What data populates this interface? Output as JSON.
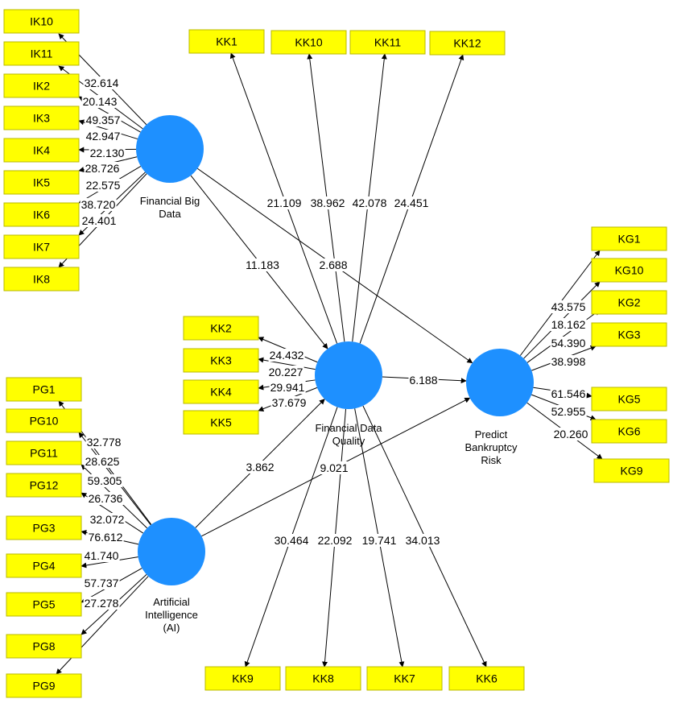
{
  "latent_variables": [
    {
      "id": "fbd",
      "label_lines": [
        "Financial Big",
        "Data"
      ],
      "color": "#1e90ff"
    },
    {
      "id": "fdq",
      "label_lines": [
        "Financial Data",
        "Quality"
      ],
      "color": "#1e90ff"
    },
    {
      "id": "pbr",
      "label_lines": [
        "Predict",
        "Bankruptcy",
        "Risk"
      ],
      "color": "#1e90ff"
    },
    {
      "id": "ai",
      "label_lines": [
        "Artificial",
        "Intelligence",
        "(AI)"
      ],
      "color": "#1e90ff"
    }
  ],
  "indicators": [
    {
      "id": "IK10",
      "label": "IK10",
      "lv": "fbd",
      "value": "32.614"
    },
    {
      "id": "IK11",
      "label": "IK11",
      "lv": "fbd",
      "value": "20.143"
    },
    {
      "id": "IK2",
      "label": "IK2",
      "lv": "fbd",
      "value": "49.357"
    },
    {
      "id": "IK3",
      "label": "IK3",
      "lv": "fbd",
      "value": "42.947"
    },
    {
      "id": "IK4",
      "label": "IK4",
      "lv": "fbd",
      "value": "22.130"
    },
    {
      "id": "IK5",
      "label": "IK5",
      "lv": "fbd",
      "value": "28.726"
    },
    {
      "id": "IK6",
      "label": "IK6",
      "lv": "fbd",
      "value": "22.575"
    },
    {
      "id": "IK7",
      "label": "IK7",
      "lv": "fbd",
      "value": "38.720"
    },
    {
      "id": "IK8",
      "label": "IK8",
      "lv": "fbd",
      "value": "24.401"
    },
    {
      "id": "KK1",
      "label": "KK1",
      "lv": "fdq",
      "value": "21.109"
    },
    {
      "id": "KK10",
      "label": "KK10",
      "lv": "fdq",
      "value": "38.962"
    },
    {
      "id": "KK11",
      "label": "KK11",
      "lv": "fdq",
      "value": "42.078"
    },
    {
      "id": "KK12",
      "label": "KK12",
      "lv": "fdq",
      "value": "24.451"
    },
    {
      "id": "KK2",
      "label": "KK2",
      "lv": "fdq",
      "value": "24.432"
    },
    {
      "id": "KK3",
      "label": "KK3",
      "lv": "fdq",
      "value": "20.227"
    },
    {
      "id": "KK4",
      "label": "KK4",
      "lv": "fdq",
      "value": "29.941"
    },
    {
      "id": "KK5",
      "label": "KK5",
      "lv": "fdq",
      "value": "37.679"
    },
    {
      "id": "KK9",
      "label": "KK9",
      "lv": "fdq",
      "value": "30.464"
    },
    {
      "id": "KK8",
      "label": "KK8",
      "lv": "fdq",
      "value": "22.092"
    },
    {
      "id": "KK7",
      "label": "KK7",
      "lv": "fdq",
      "value": "19.741"
    },
    {
      "id": "KK6",
      "label": "KK6",
      "lv": "fdq",
      "value": "34.013"
    },
    {
      "id": "KG1",
      "label": "KG1",
      "lv": "pbr",
      "value": "43.575"
    },
    {
      "id": "KG10",
      "label": "KG10",
      "lv": "pbr",
      "value": "18.162"
    },
    {
      "id": "KG2",
      "label": "KG2",
      "lv": "pbr",
      "value": "54.390"
    },
    {
      "id": "KG3",
      "label": "KG3",
      "lv": "pbr",
      "value": "38.998"
    },
    {
      "id": "KG5",
      "label": "KG5",
      "lv": "pbr",
      "value": "61.546"
    },
    {
      "id": "KG6",
      "label": "KG6",
      "lv": "pbr",
      "value": "52.955"
    },
    {
      "id": "KG9",
      "label": "KG9",
      "lv": "pbr",
      "value": "20.260"
    },
    {
      "id": "PG1",
      "label": "PG1",
      "lv": "ai",
      "value": "32.778"
    },
    {
      "id": "PG10",
      "label": "PG10",
      "lv": "ai",
      "value": "28.625"
    },
    {
      "id": "PG11",
      "label": "PG11",
      "lv": "ai",
      "value": "59.305"
    },
    {
      "id": "PG12",
      "label": "PG12",
      "lv": "ai",
      "value": "26.736"
    },
    {
      "id": "PG3",
      "label": "PG3",
      "lv": "ai",
      "value": "32.072"
    },
    {
      "id": "PG4",
      "label": "PG4",
      "lv": "ai",
      "value": "76.612"
    },
    {
      "id": "PG5",
      "label": "PG5",
      "lv": "ai",
      "value": "41.740"
    },
    {
      "id": "PG8",
      "label": "PG8",
      "lv": "ai",
      "value": "57.737"
    },
    {
      "id": "PG9",
      "label": "PG9",
      "lv": "ai",
      "value": "27.278"
    }
  ],
  "paths": [
    {
      "from": "fbd",
      "to": "fdq",
      "value": "11.183"
    },
    {
      "from": "fbd",
      "to": "pbr",
      "value": "2.688"
    },
    {
      "from": "fdq",
      "to": "pbr",
      "value": "6.188"
    },
    {
      "from": "ai",
      "to": "fdq",
      "value": "3.862"
    },
    {
      "from": "ai",
      "to": "pbr",
      "value": "9.021"
    }
  ],
  "colors": {
    "indicator_fill": "#ffff00",
    "indicator_border": "#b8b800",
    "latent_fill": "#1e90ff",
    "edge": "#000000"
  }
}
